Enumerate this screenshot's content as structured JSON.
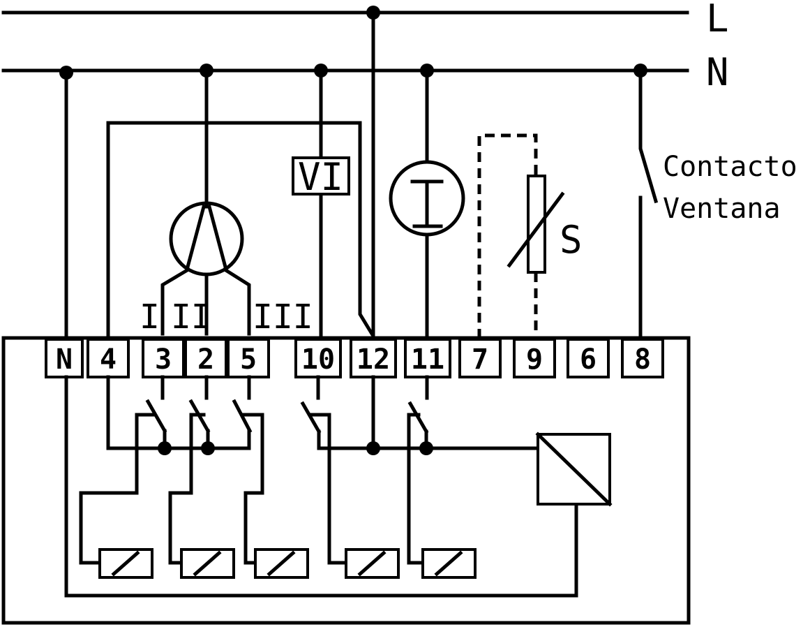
{
  "bus": {
    "line": "L",
    "neutral": "N"
  },
  "terminals": [
    "N",
    "4",
    "3",
    "2",
    "5",
    "10",
    "12",
    "11",
    "7",
    "9",
    "6",
    "8"
  ],
  "speeds": {
    "s1": "I",
    "s2": "II",
    "s3": "III"
  },
  "valve_label": "VI",
  "sensor_label": "S",
  "window_contact": {
    "line1": "Contacto",
    "line2": "Ventana"
  }
}
